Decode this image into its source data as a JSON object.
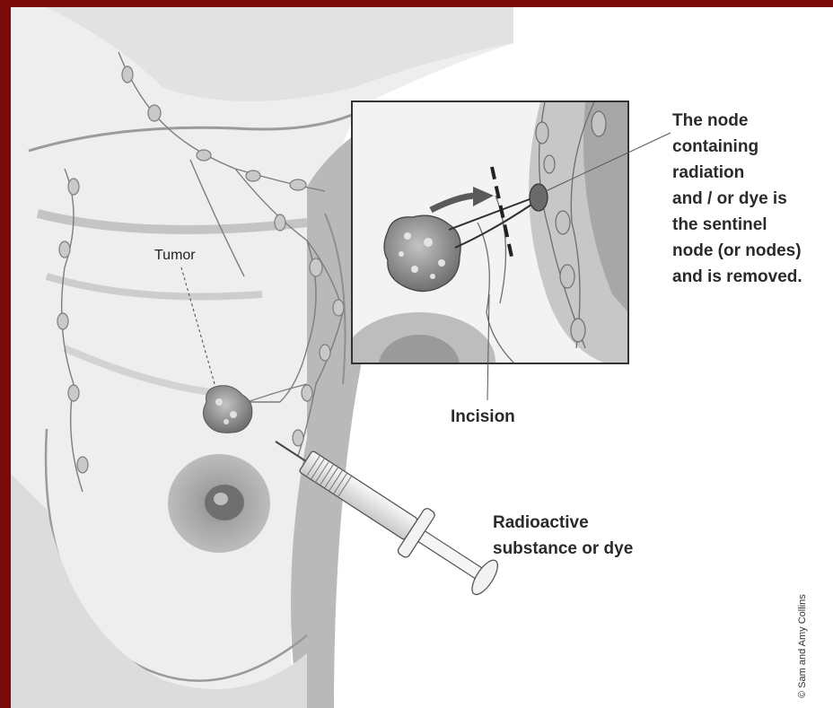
{
  "labels": {
    "tumor": "Tumor",
    "incision": "Incision",
    "node_caption": [
      "The node",
      "containing",
      "radiation",
      "and / or dye is",
      "the sentinel",
      "node (or nodes)",
      "and is removed."
    ],
    "syringe_caption": [
      "Radioactive",
      "substance or dye"
    ],
    "credit": "© Sam and Amy Collins"
  },
  "colors": {
    "border": "#7a0a0a",
    "skin_light": "#e9e9e9",
    "skin_mid": "#cfcfcf",
    "skin_dark": "#a9a9a9",
    "line": "#555555",
    "arrow": "#5a5a5a"
  }
}
